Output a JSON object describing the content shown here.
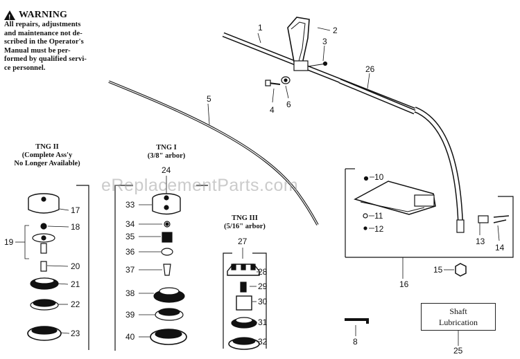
{
  "warning": {
    "title": "WARNING",
    "lines": [
      "All repairs, adjustments",
      "and maintenance not de-",
      "scribed in the Operator's",
      "Manual must be per-",
      "formed by qualified servi-",
      "ce personnel."
    ]
  },
  "watermark": "eReplacementParts.com",
  "groups": {
    "tng2": [
      "TNG II",
      "(Complete Ass'y",
      "No Longer Available)"
    ],
    "tng1": [
      "TNG I",
      "(3/8\" arbor)"
    ],
    "tng3": [
      "TNG III",
      "(5/16\" arbor)"
    ]
  },
  "shaft_box": [
    "Shaft",
    "Lubrication"
  ],
  "part_numbers": {
    "p1": "1",
    "p2": "2",
    "p3": "3",
    "p4": "4",
    "p5": "5",
    "p6": "6",
    "p8": "8",
    "p10": "10",
    "p11": "11",
    "p12": "12",
    "p13": "13",
    "p14": "14",
    "p15": "15",
    "p16": "16",
    "p17": "17",
    "p18": "18",
    "p19": "19",
    "p20": "20",
    "p21": "21",
    "p22": "22",
    "p23": "23",
    "p24": "24",
    "p25": "25",
    "p26": "26",
    "p27": "27",
    "p28": "28",
    "p29": "29",
    "p30": "30",
    "p31": "31",
    "p32": "32",
    "p33": "33",
    "p34": "34",
    "p35": "35",
    "p36": "36",
    "p37": "37",
    "p38": "38",
    "p39": "39",
    "p40": "40"
  }
}
